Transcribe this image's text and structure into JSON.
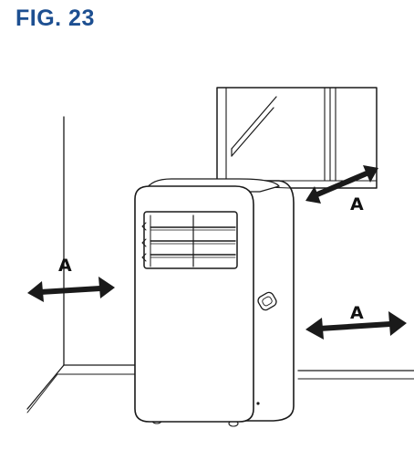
{
  "figure": {
    "title": "FIG. 23"
  },
  "labels": {
    "left": "A",
    "window": "A",
    "right": "A"
  },
  "colors": {
    "title": "#1d4f91",
    "line": "#1a1a1a",
    "background": "#ffffff"
  }
}
